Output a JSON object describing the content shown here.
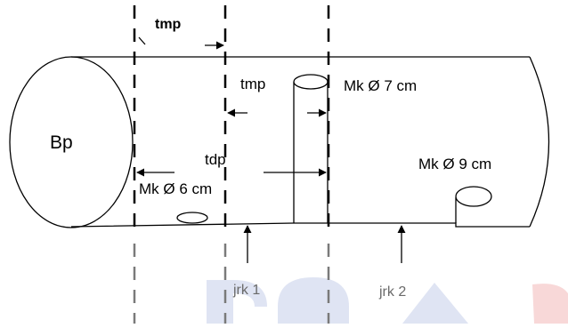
{
  "labels": {
    "tmp_top": "tmp",
    "tmp_mid": "tmp",
    "bp": "Bp",
    "tdp": "tdp",
    "mk6": "Mk Ø 6 cm",
    "mk7": "Mk Ø 7 cm",
    "mk9": "Mk Ø 9 cm",
    "jrk1": "jrk 1",
    "jrk2": "jrk 2"
  },
  "colors": {
    "line": "#000000",
    "dash_lower": "#7a7a7a",
    "watermark_blue": "#dfe4f3",
    "watermark_red": "#f8d8d8"
  }
}
